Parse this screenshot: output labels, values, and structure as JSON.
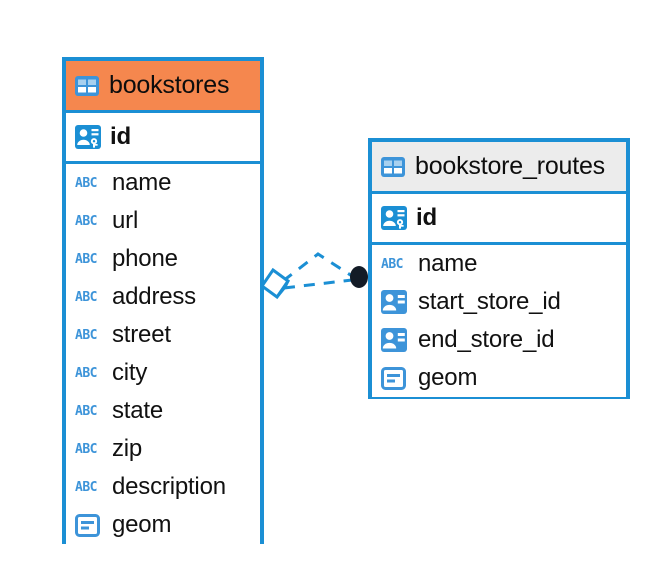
{
  "diagram": {
    "type": "entity-relationship-diagram",
    "background": "#ffffff",
    "accent_blue": "#1b8fd4",
    "accent_orange": "#f5874e",
    "header_gray": "#ececec",
    "icon_blue": "#3d94d9",
    "endpoint_dark": "#131b26"
  },
  "tables": [
    {
      "name": "bookstores",
      "header_icon": "table-icon",
      "header_color": "#f5874e",
      "primary_keys": [
        {
          "label": "id",
          "icon": "primary-key-icon"
        }
      ],
      "attributes": [
        {
          "label": "name",
          "icon": "abc-text-icon"
        },
        {
          "label": "url",
          "icon": "abc-text-icon"
        },
        {
          "label": "phone",
          "icon": "abc-text-icon"
        },
        {
          "label": "address",
          "icon": "abc-text-icon"
        },
        {
          "label": "street",
          "icon": "abc-text-icon"
        },
        {
          "label": "city",
          "icon": "abc-text-icon"
        },
        {
          "label": "state",
          "icon": "abc-text-icon"
        },
        {
          "label": "zip",
          "icon": "abc-text-icon"
        },
        {
          "label": "description",
          "icon": "abc-text-icon"
        },
        {
          "label": "geom",
          "icon": "geometry-icon"
        }
      ]
    },
    {
      "name": "bookstore_routes",
      "header_icon": "table-icon",
      "header_color": "#ececec",
      "primary_keys": [
        {
          "label": "id",
          "icon": "primary-key-icon"
        }
      ],
      "attributes": [
        {
          "label": "name",
          "icon": "abc-text-icon"
        },
        {
          "label": "start_store_id",
          "icon": "foreign-key-icon"
        },
        {
          "label": "end_store_id",
          "icon": "foreign-key-icon"
        },
        {
          "label": "geom",
          "icon": "geometry-icon"
        }
      ]
    }
  ],
  "relationship": {
    "from_table": "bookstores",
    "to_table": "bookstore_routes",
    "from_endpoint": "diamond",
    "to_endpoint": "filled-circle",
    "line_style": "dashed",
    "line_color": "#1b8fd4"
  },
  "abc_icon_text": "ABC"
}
